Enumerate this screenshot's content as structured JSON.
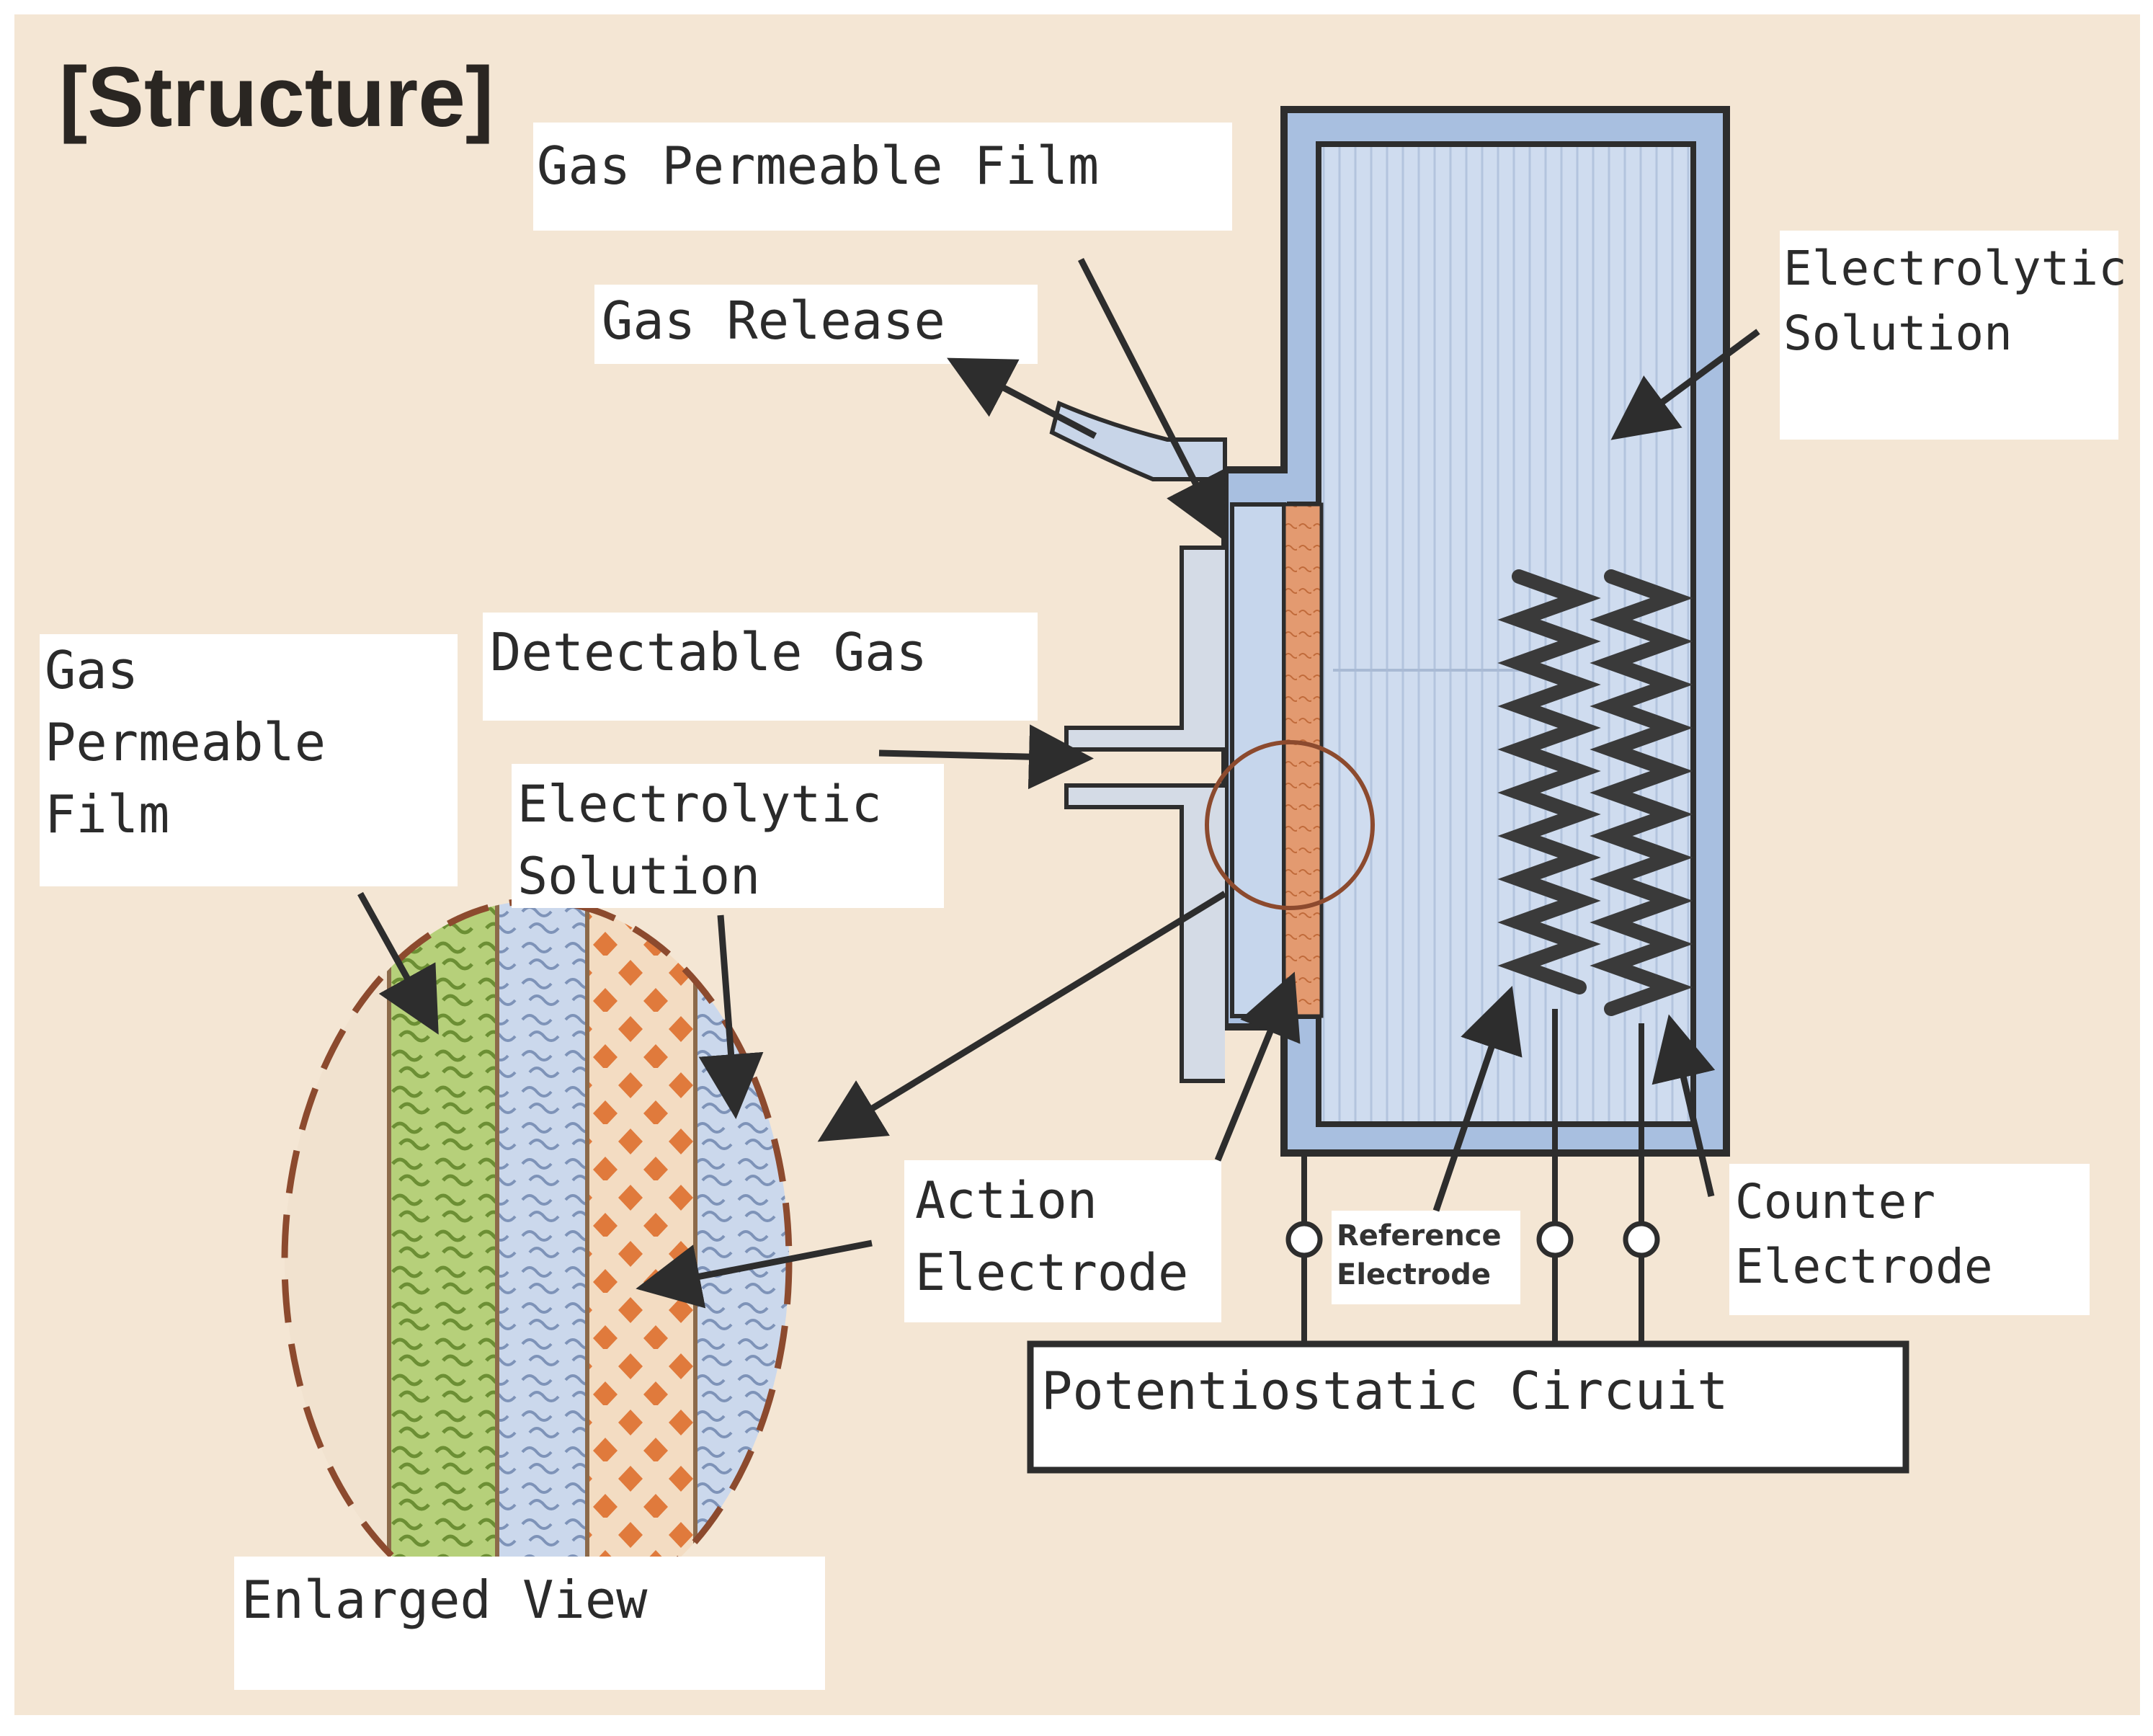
{
  "heading": "[Structure]",
  "labels": {
    "gas_permeable_film_top": "Gas Permeable Film",
    "gas_release": "Gas Release",
    "electrolytic_solution_right": [
      "Electrolytic",
      "Solution"
    ],
    "detectable_gas": "Detectable Gas",
    "gas_permeable_film_left": [
      "Gas",
      "Permeable",
      "Film"
    ],
    "electrolytic_solution_inset": [
      "Electrolytic",
      "Solution"
    ],
    "action_electrode": [
      "Action",
      "Electrode"
    ],
    "reference_electrode": [
      "Reference",
      "Electrode"
    ],
    "counter_electrode": [
      "Counter",
      "Electrode"
    ],
    "potentiostatic_circuit": "Potentiostatic Circuit",
    "enlarged_view": "Enlarged View"
  },
  "colors": {
    "background": "#f4e6d4",
    "cell_frame": "#a8bfe0",
    "electrolyte": "#cfdcef",
    "action_electrode": "#e0946a",
    "film_green": "#a9c86a",
    "outline": "#2d2d2d"
  }
}
